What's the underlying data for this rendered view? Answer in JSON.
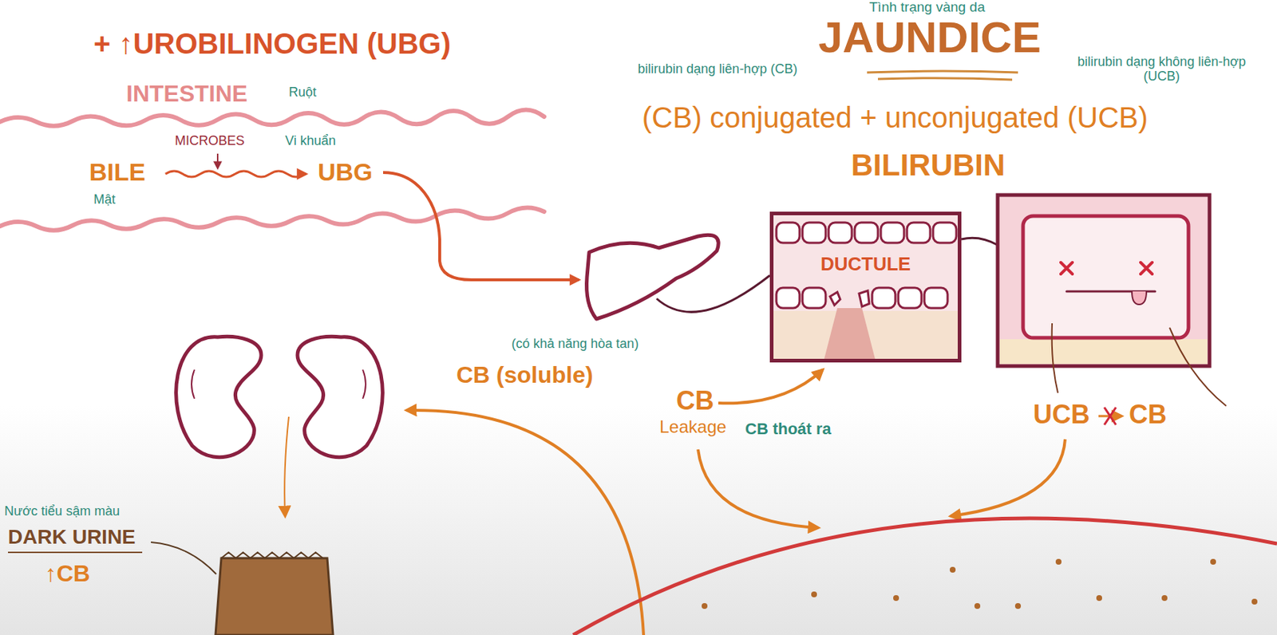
{
  "diagram": {
    "title": "JAUNDICE",
    "nodes": [
      {
        "text": [
          "INTESTINE",
          "Ruột",
          "MICROBES",
          "Vi khuẩn",
          "BILE",
          "Mật",
          "UBG"
        ]
      },
      {
        "text": [
          "DUCTULE"
        ]
      }
    ],
    "labels": [
      "+ ↑UROBILINOGEN (UBG)",
      "Tình trạng vàng da",
      "bilirubin dạng liên-hợp (CB)",
      "bilirubin dạng không liên-hợp (UCB)",
      "(CB) conjugated + unconjugated (UCB)",
      "BILIRUBIN",
      "(có khả năng hòa tan)",
      "CB (soluble)",
      "CB",
      "Leakage",
      "CB thoát ra",
      "UCB",
      "CB",
      "Nước tiểu sậm màu",
      "DARK URINE",
      "↑CB"
    ]
  }
}
